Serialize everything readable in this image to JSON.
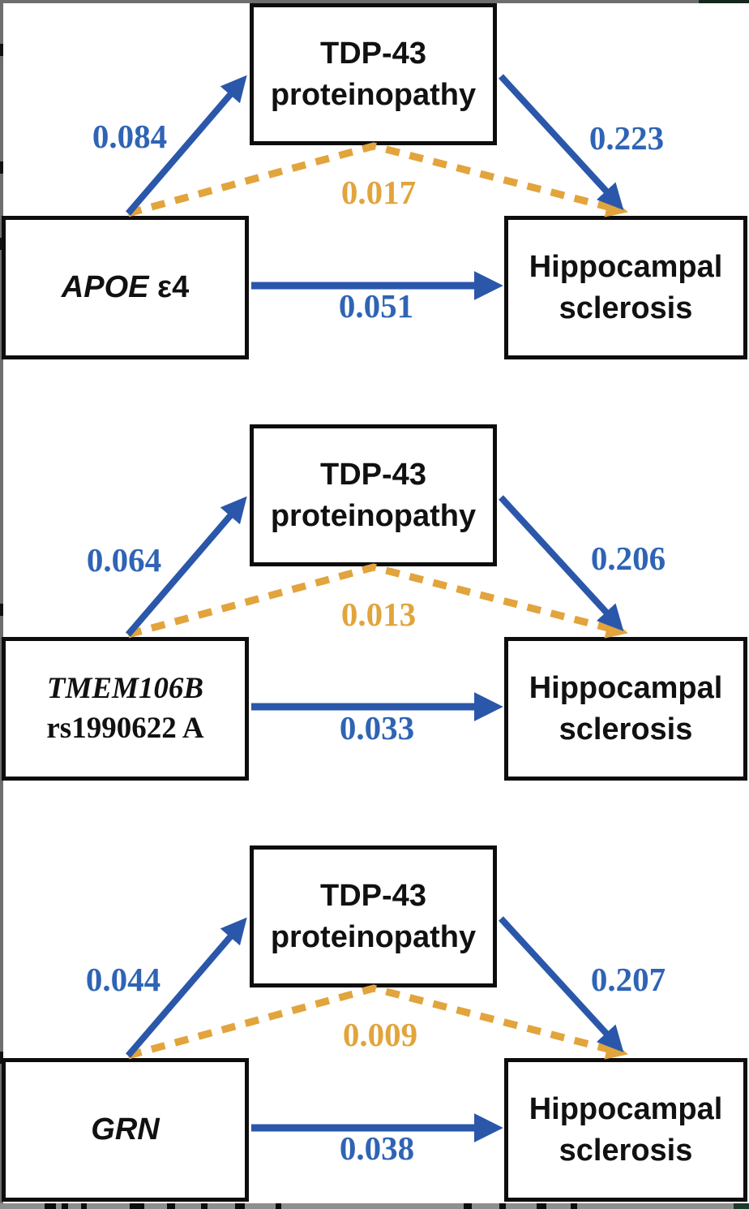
{
  "figure": {
    "description_colors": {
      "arrow_blue": "#2a57a9",
      "coefficient_blue": "#2f64b5",
      "indirect_orange": "#e2a43c",
      "box_border_black": "#0d0d0d"
    },
    "panels": [
      {
        "exposure": {
          "italic": "APOE",
          "plain": " ε4",
          "line2": ""
        },
        "mediator_line1": "TDP-43",
        "mediator_line2": "proteinopathy",
        "outcome_line1": "Hippocampal",
        "outcome_line2": "sclerosis",
        "coefficients": {
          "exposure_to_mediator": "0.084",
          "mediator_to_outcome": "0.223",
          "indirect_effect": "0.017",
          "direct_effect": "0.051"
        }
      },
      {
        "exposure": {
          "italic": "TMEM106B",
          "plain": "",
          "line2": "rs1990622 A"
        },
        "mediator_line1": "TDP-43",
        "mediator_line2": "proteinopathy",
        "outcome_line1": "Hippocampal",
        "outcome_line2": "sclerosis",
        "coefficients": {
          "exposure_to_mediator": "0.064",
          "mediator_to_outcome": "0.206",
          "indirect_effect": "0.013",
          "direct_effect": "0.033"
        }
      },
      {
        "exposure": {
          "italic": "GRN",
          "plain": "",
          "line2": ""
        },
        "mediator_line1": "TDP-43",
        "mediator_line2": "proteinopathy",
        "outcome_line1": "Hippocampal",
        "outcome_line2": "sclerosis",
        "coefficients": {
          "exposure_to_mediator": "0.044",
          "mediator_to_outcome": "0.207",
          "indirect_effect": "0.009",
          "direct_effect": "0.038"
        }
      }
    ]
  }
}
